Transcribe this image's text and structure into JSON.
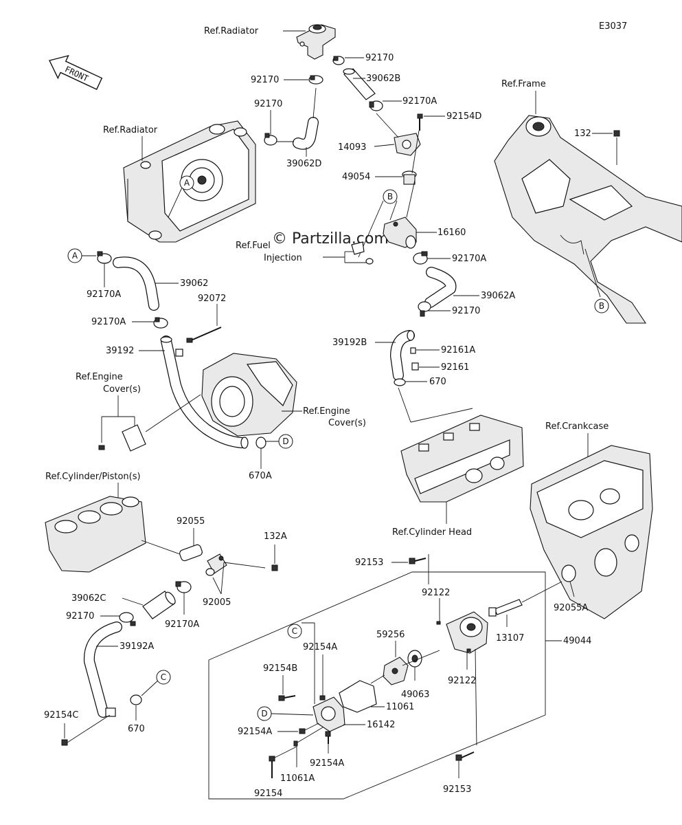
{
  "diagram": {
    "code": "E3037",
    "watermark": "© Partzilla.com",
    "front_label": "FRONT",
    "refs": {
      "radiator_top": "Ref.Radiator",
      "radiator_left": "Ref.Radiator",
      "frame": "Ref.Frame",
      "fuel_1": "Ref.Fuel",
      "fuel_2": "Injection",
      "engine_cover_left_1": "Ref.Engine",
      "engine_cover_left_2": "Cover(s)",
      "engine_cover_right_1": "Ref.Engine",
      "engine_cover_right_2": "Cover(s)",
      "cylinder_piston": "Ref.Cylinder/Piston(s)",
      "crankcase": "Ref.Crankcase",
      "cylinder_head": "Ref.Cylinder Head"
    },
    "callouts": {
      "a1": "A",
      "a2": "A",
      "b1": "B",
      "b2": "B",
      "c1": "C",
      "c2": "C",
      "d1": "D",
      "d2": "D"
    },
    "parts": {
      "p92170_top_right": "92170",
      "p92170_top_left": "92170",
      "p39062B": "39062B",
      "p92170_left": "92170",
      "p92170A_top": "92170A",
      "p92154D": "92154D",
      "p14093": "14093",
      "p39062D": "39062D",
      "p49054": "49054",
      "p132": "132",
      "p16160": "16160",
      "p92170A_mid": "92170A",
      "p39062": "39062",
      "p92170A_left": "92170A",
      "p92072": "92072",
      "p92170A_left2": "92170A",
      "p39062A": "39062A",
      "p92170_mid": "92170",
      "p39192": "39192",
      "p39192B": "39192B",
      "p92161A": "92161A",
      "p92161": "92161",
      "p670": "670",
      "p670A": "670A",
      "p92055": "92055",
      "p132A": "132A",
      "p92153_top": "92153",
      "p39062C": "39062C",
      "p92005": "92005",
      "p92122_top": "92122",
      "p92055A": "92055A",
      "p92170_low": "92170",
      "p92170A_low": "92170A",
      "p39192A": "39192A",
      "p59256": "59256",
      "p13107": "13107",
      "p49044": "49044",
      "p92154A_top": "92154A",
      "p92154B": "92154B",
      "p49063": "49063",
      "p92122_bot": "92122",
      "p11061": "11061",
      "p670_low": "670",
      "p92154C": "92154C",
      "p16142": "16142",
      "p92154A_mid": "92154A",
      "p92154A_bot": "92154A",
      "p11061A": "11061A",
      "p92154": "92154",
      "p92153_bot": "92153"
    }
  }
}
